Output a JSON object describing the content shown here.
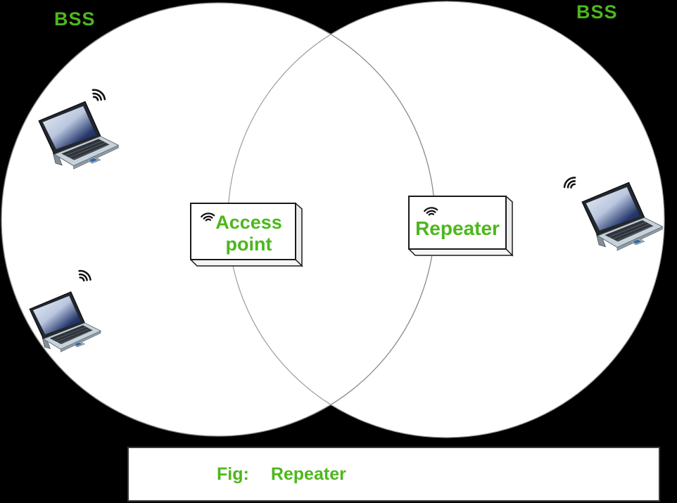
{
  "colors": {
    "background": "#000000",
    "accent_green": "#4db71c",
    "circle_fill": "#ffffff",
    "circle_stroke": "#8a8a8a",
    "box_face": "#ffffff",
    "box_side": "#ececec",
    "caption_border": "#3a3a3a"
  },
  "regions": {
    "bss_left_label": "BSS",
    "bss_right_label": "BSS"
  },
  "nodes": {
    "access_point": {
      "lines": [
        "Access",
        "point"
      ],
      "icon": "wifi-icon"
    },
    "repeater": {
      "label": "Repeater",
      "icon": "wifi-icon"
    }
  },
  "clients": [
    {
      "icon": "laptop-icon",
      "signal": "wifi-icon",
      "position": "top-left"
    },
    {
      "icon": "laptop-icon",
      "signal": "wifi-icon",
      "position": "bottom-left"
    },
    {
      "icon": "laptop-icon",
      "signal": "wifi-icon",
      "position": "right"
    }
  ],
  "caption": {
    "prefix": "Fig:",
    "title": "Repeater"
  }
}
